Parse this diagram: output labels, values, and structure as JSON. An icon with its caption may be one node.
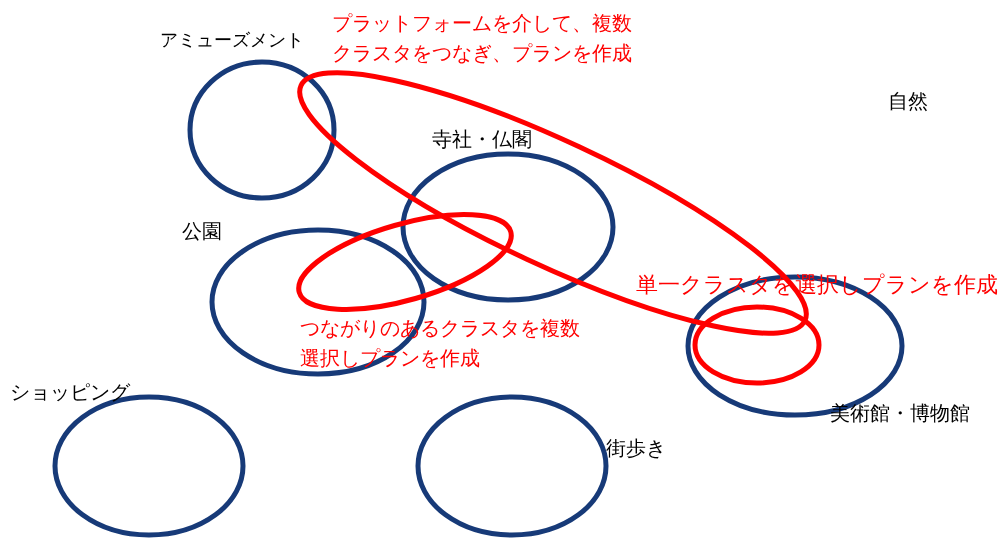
{
  "diagram": {
    "nodes": [
      {
        "text": [
          "アミューズメント"
        ]
      },
      {
        "text": [
          "寺社・仏閣"
        ]
      },
      {
        "text": [
          "公園"
        ]
      },
      {
        "text": [
          "ショッピング"
        ]
      },
      {
        "text": [
          "街歩き"
        ]
      },
      {
        "text": [
          "美術館・博物館"
        ]
      },
      {
        "text": [
          "プラットフォームを介して、複数クラスタをつなぎ、プランを作成"
        ]
      },
      {
        "text": [
          "つながりのあるクラスタを複数選択しプランを作成"
        ]
      },
      {
        "text": [
          "単一クラスタを選択しプランを作成"
        ]
      }
    ],
    "labels": [
      "自然"
    ]
  }
}
